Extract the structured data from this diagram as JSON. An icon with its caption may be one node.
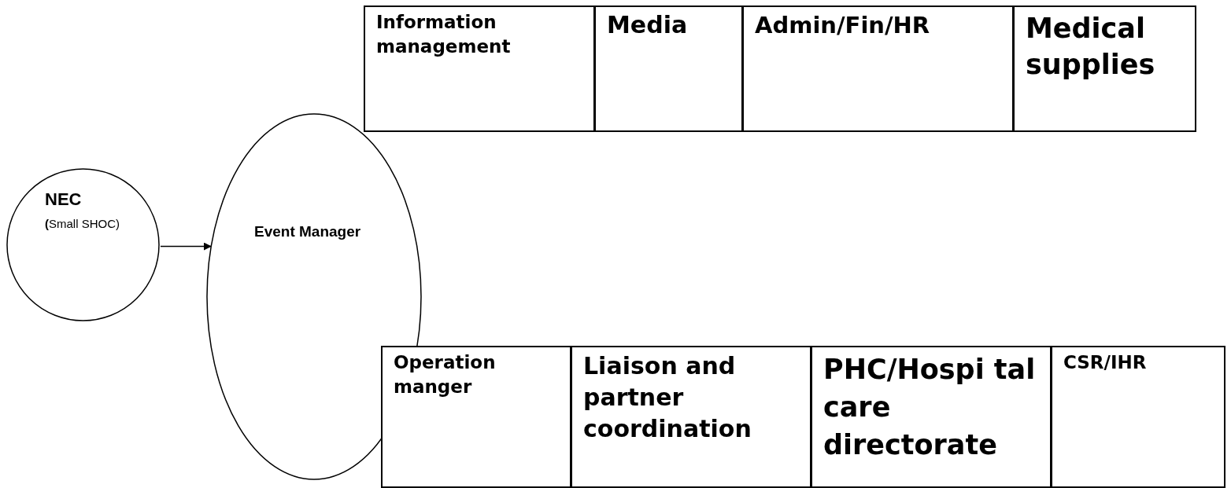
{
  "diagram": {
    "nodes": [
      {
        "text": [
          "NEC",
          "**(**Small SHOC)"
        ]
      },
      {
        "text": [
          "Event Manager"
        ]
      },
      {
        "text": [
          "Information management"
        ]
      },
      {
        "text": [
          "Media"
        ]
      },
      {
        "text": [
          "Admin/Fin/HR"
        ]
      },
      {
        "text": [
          "Medical supplies"
        ]
      },
      {
        "text": [
          "Operation manger"
        ]
      },
      {
        "text": [
          "Liaison and partner coordination"
        ]
      },
      {
        "text": [
          "PHC/Hospi tal care directorate"
        ]
      },
      {
        "text": [
          "CSR/IHR"
        ]
      }
    ],
    "edges": [
      {
        "from": 0,
        "to": 1,
        "arrow": "to"
      }
    ]
  }
}
